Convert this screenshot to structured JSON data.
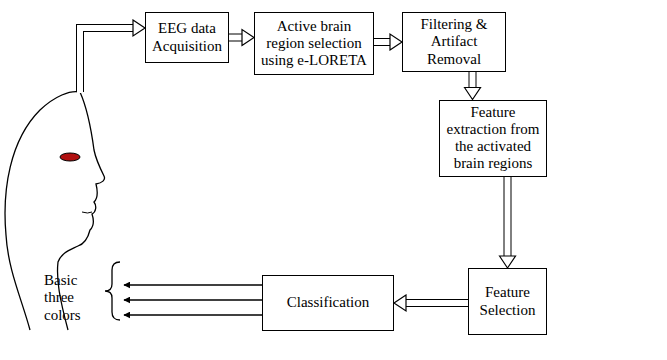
{
  "diagram": {
    "nodes": [
      {
        "text": [
          "EEG data Acquisition"
        ]
      },
      {
        "text": [
          "Active brain region selection using e-LORETA"
        ]
      },
      {
        "text": [
          "Filtering & Artifact Removal"
        ]
      },
      {
        "text": [
          "Feature extraction from the activated brain regions"
        ]
      },
      {
        "text": [
          "Feature Selection"
        ]
      },
      {
        "text": [
          "Classification"
        ]
      }
    ],
    "edges": [
      {
        "from": 0,
        "to": 1,
        "arrow": "to"
      },
      {
        "from": 1,
        "to": 2,
        "arrow": "to"
      },
      {
        "from": 2,
        "to": 3,
        "arrow": "to"
      },
      {
        "from": 3,
        "to": 4,
        "arrow": "to"
      },
      {
        "from": 4,
        "to": 5,
        "arrow": "to"
      }
    ],
    "labels": [
      "Basic three colors"
    ]
  }
}
